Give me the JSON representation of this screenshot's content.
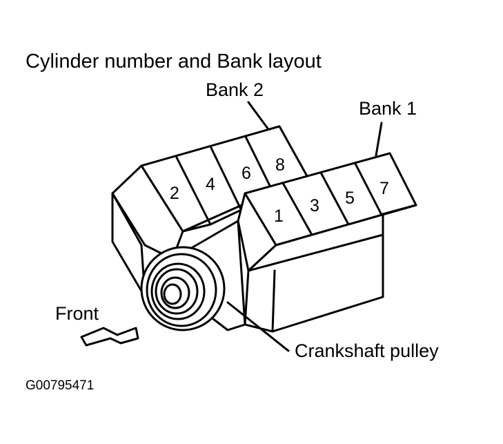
{
  "diagram": {
    "title": "Cylinder number and Bank layout",
    "bank2_label": "Bank 2",
    "bank1_label": "Bank 1",
    "bank2_cylinders": [
      "2",
      "4",
      "6",
      "8"
    ],
    "bank1_cylinders": [
      "1",
      "3",
      "5",
      "7"
    ],
    "front_label": "Front",
    "pulley_label": "Crankshaft pulley",
    "figure_code": "G00795471"
  }
}
